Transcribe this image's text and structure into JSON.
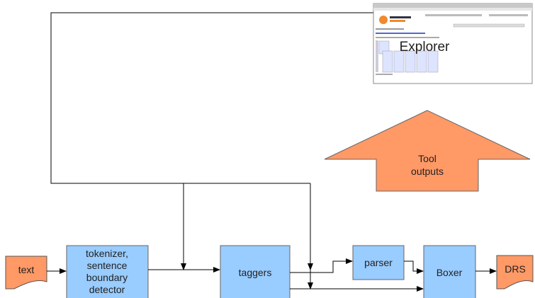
{
  "nodes": {
    "text": "text",
    "tokenizer": [
      "tokenizer,",
      "sentence",
      "boundary",
      "detector"
    ],
    "taggers": "taggers",
    "parser": "parser",
    "boxer": "Boxer",
    "drs": "DRS",
    "tool_outputs": [
      "Tool",
      "outputs"
    ],
    "explorer": "Explorer"
  },
  "colors": {
    "blue_box": "#99ccff",
    "orange": "#ff9966",
    "line": "#000000"
  }
}
